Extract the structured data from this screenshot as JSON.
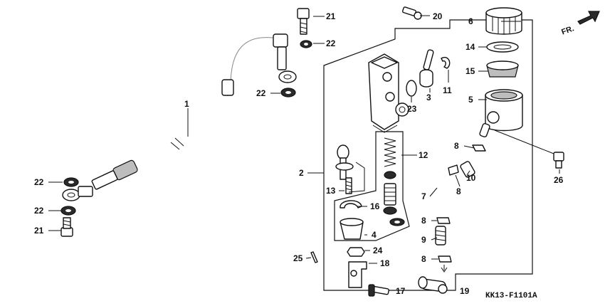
{
  "diagram": {
    "code": "KK13-F1101A",
    "direction_label": "FR.",
    "callouts": {
      "c1": "1",
      "c2": "2",
      "c3": "3",
      "c4": "4",
      "c5": "5",
      "c6": "6",
      "c7": "7",
      "c8a": "8",
      "c8b": "8",
      "c8c": "8",
      "c8d": "8",
      "c9": "9",
      "c10": "10",
      "c11": "11",
      "c12": "12",
      "c13": "13",
      "c14": "14",
      "c15": "15",
      "c16": "16",
      "c17": "17",
      "c18": "18",
      "c19": "19",
      "c20": "20",
      "c21a": "21",
      "c21b": "21",
      "c22a": "22",
      "c22b": "22",
      "c22c": "22",
      "c22d": "22",
      "c23": "23",
      "c24": "24",
      "c25": "25",
      "c26": "26"
    }
  }
}
